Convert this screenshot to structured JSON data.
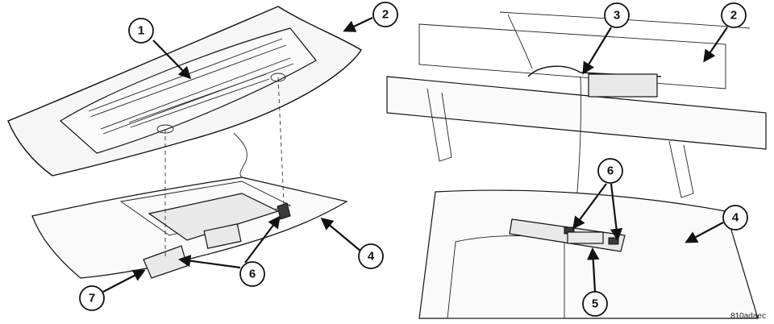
{
  "figure_code": "810adaec",
  "callouts": {
    "c1": "1",
    "c2_left": "2",
    "c2_right": "2",
    "c3": "3",
    "c4_left": "4",
    "c4_right": "4",
    "c5": "5",
    "c6_left": "6",
    "c6_right": "6",
    "c7": "7"
  }
}
